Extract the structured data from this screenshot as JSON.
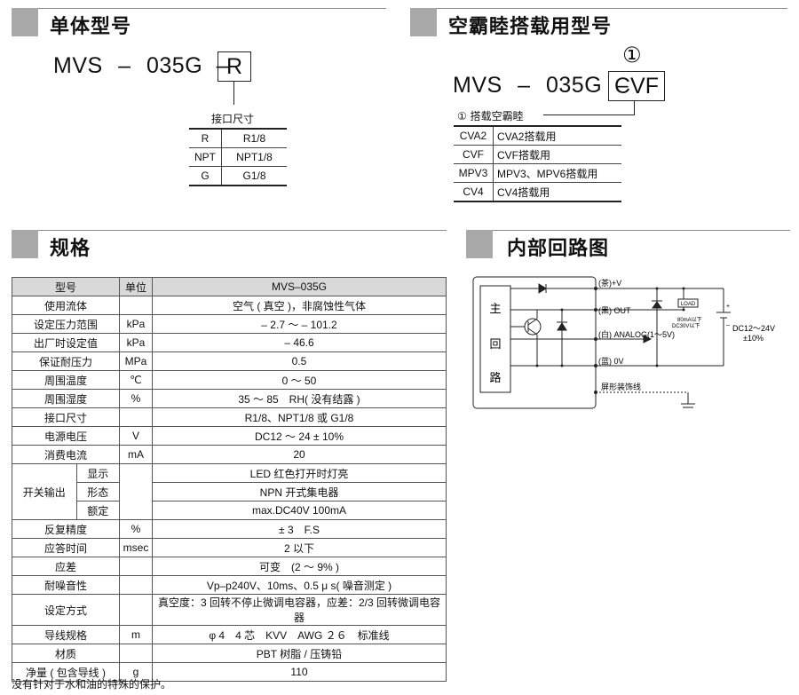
{
  "sections": {
    "single_model": "单体型号",
    "valve_model": "空霸睦搭载用型号",
    "spec": "规格",
    "circuit": "内部回路图"
  },
  "single": {
    "parts": [
      "MVS",
      "–",
      "035G",
      "–"
    ],
    "boxed": "R",
    "port_label": "接口尺寸",
    "rows": [
      {
        "code": "R",
        "value": "R1/8"
      },
      {
        "code": "NPT",
        "value": "NPT1/8"
      },
      {
        "code": "G",
        "value": "G1/8"
      }
    ]
  },
  "valve": {
    "parts": [
      "MVS",
      "–",
      "035G",
      "–"
    ],
    "boxed": "CVF",
    "circle_num": "①",
    "label": "① 搭载空霸睦",
    "rows": [
      {
        "code": "CVA2",
        "value": "CVA2搭载用"
      },
      {
        "code": "CVF",
        "value": "CVF搭载用"
      },
      {
        "code": "MPV3",
        "value": "MPV3、MPV6搭载用"
      },
      {
        "code": "CV4",
        "value": "CV4搭载用"
      }
    ]
  },
  "spec": {
    "header": {
      "item": "型号",
      "unit": "单位",
      "value": "MVS–035G"
    },
    "rows1": [
      {
        "item": "使用流体",
        "unit": "",
        "value": "空气 ( 真空 )，非腐蚀性气体"
      },
      {
        "item": "设定压力范围",
        "unit": "kPa",
        "value": "– 2.7 ～ – 101.2"
      },
      {
        "item": "出厂时设定值",
        "unit": "kPa",
        "value": "– 46.6"
      },
      {
        "item": "保证耐压力",
        "unit": "MPa",
        "value": "0.5"
      },
      {
        "item": "周围温度",
        "unit": "℃",
        "value": "0 ～ 50"
      },
      {
        "item": "周围湿度",
        "unit": "%",
        "value": "35 ～ 85　RH( 没有结露 )"
      },
      {
        "item": "接口尺寸",
        "unit": "",
        "value": "R1/8、NPT1/8 或 G1/8"
      },
      {
        "item": "电源电压",
        "unit": "V",
        "value": "DC12 ～ 24 ± 10%"
      },
      {
        "item": "消费电流",
        "unit": "mA",
        "value": "20"
      }
    ],
    "switch_group": "开关输出",
    "switch_rows": [
      {
        "sub": "显示",
        "value": "LED 红色打开时灯亮"
      },
      {
        "sub": "形态",
        "value": "NPN 开式集电器"
      },
      {
        "sub": "额定",
        "value": "max.DC40V 100mA"
      }
    ],
    "rows2": [
      {
        "item": "反复精度",
        "unit": "%",
        "value": "± 3　F.S"
      },
      {
        "item": "应答时间",
        "unit": "msec",
        "value": "2 以下"
      },
      {
        "item": "应差",
        "unit": "",
        "value": "可变　(2 ～ 9% )"
      },
      {
        "item": "耐噪音性",
        "unit": "",
        "value": "Vp–p240V、10ms、0.5 μ s( 噪音测定 )"
      },
      {
        "item": "设定方式",
        "unit": "",
        "value": "真空度：3 回转不停止微调电容器，应差：2/3 回转微调电容器"
      },
      {
        "item": "导线规格",
        "unit": "m",
        "value": "φ 4　4 芯　KVV　AWG ２６　标准线"
      },
      {
        "item": "材质",
        "unit": "",
        "value": "PBT 树脂 / 压铸铅"
      },
      {
        "item": "净量 ( 包含导线 )",
        "unit": "g",
        "value": "110"
      }
    ],
    "footnote": "没有针对于水和油的特殊的保护。"
  },
  "circuit": {
    "main_chars": [
      "主",
      "回",
      "路"
    ],
    "brown": "(茶)+V",
    "black": "(黑) OUT",
    "white": "(白) ANALOG(1～5V)",
    "blue": "(蓝) 0V",
    "shield": "屏形装饰线",
    "load": "LOAD",
    "load_note1": "80mA以下",
    "load_note2": "DC30V以下",
    "plus": "+",
    "minus": "–",
    "supply1": "DC12～24V",
    "supply2": "±10%"
  }
}
